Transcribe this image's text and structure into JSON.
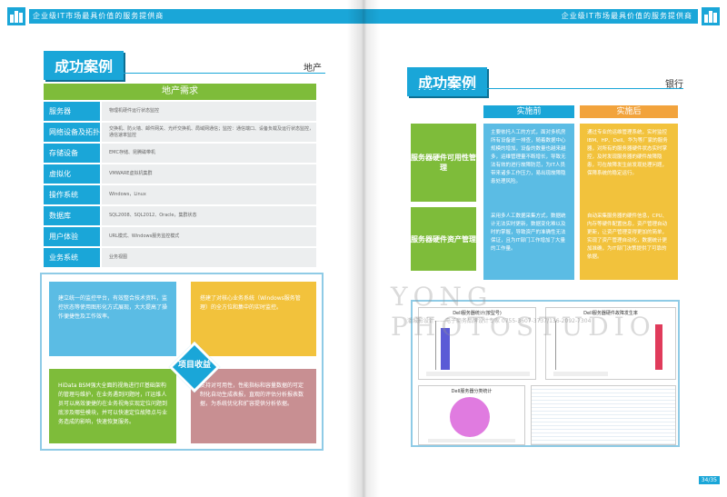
{
  "header": {
    "tagline": "企业级IT市场最具价值的服务提供商"
  },
  "left": {
    "title": "成功案例",
    "industry": "地产",
    "table": {
      "heading": "地产需求",
      "rows": [
        {
          "k": "服务器",
          "v": "物理机硬件运行状态监控"
        },
        {
          "k": "网络设备及拓扑",
          "v": "交换机、防火墙、邮件网关、光纤交换机、局域网通信；监控：通信端口、设备负载及运行状态监控，通信速率监控"
        },
        {
          "k": "存储设备",
          "v": "EMC存储、昆腾磁带机"
        },
        {
          "k": "虚拟化",
          "v": "VMWARE虚拟机集群"
        },
        {
          "k": "操作系统",
          "v": "Windows，Linux"
        },
        {
          "k": "数据库",
          "v": "SQL2008、SQL2012、Oracle，集群状态"
        },
        {
          "k": "用户体验",
          "v": "URL模式、Windows服务监控模式"
        },
        {
          "k": "业务系统",
          "v": "业务视图"
        }
      ]
    },
    "quad": {
      "center": "项目收益",
      "tl": "建立统一的监控平台，有效整合技术资料，监控状态等使用图形化方式展现，大大提高了操作便捷性及工作效率。",
      "tr": "搭建了对核心业务系统（Windows服务管理）的全方位和集中的实时监控。",
      "bl": "HiData BSM强大全面的视角进行IT基础架构的管理与维护，在业务遇到问题时，IT运维人员可以高效便捷的在业务视角实现定位问题到底涉及哪些模块，并可以快速定位故障点与业务造成的影响，快速恢复服务。",
      "br": "支持对可用性，性能指标和容量数据的可定制化自动生成表报，直观的评估分析报表数据，为系统优化和扩容提供分析依据。"
    }
  },
  "right": {
    "title": "成功案例",
    "industry": "银行",
    "before": "实施前",
    "after": "实施后",
    "rows": [
      {
        "label": "服务器硬件可用性管理",
        "before": "主要依托人工的方式，面对多机房所有设备逐一排查，随着数据中心规模的增加，设备的数量也越来越多，运维管理量不断增长，导致无法有效的进行故障防范，为IT人员带来诸多工作压力，易出现故障隐患处理风险。",
        "after": "通过专业的运维管理系统，实时监控IBM、HP、Dell、华为等厂家的服务器，对所有的服务器硬件状态实时掌控，及时发现服务器的硬件故障隐患，可在故障发生前发现处理问题，保障系统的稳定运行。"
      },
      {
        "label": "服务器硬件资产管理",
        "before": "采用多人工数据采集方式，数据统计无法实时更新，数据变化难以及时的掌握，导致资产的准确性无法保证，且为IT部门工作增加了大量的工作量。",
        "after": "自动采集服务器的硬件信息，CPU、内存等硬件配置信息，资产管理自动更新，让资产管理变得更加的简单，实现了资产管理自动化，数据统计更加准确，为IT部门决策提供了可靠的依据。"
      }
    ],
    "charts": {
      "bar_title": "Dell服务器统计(按型号)",
      "bar2_title": "Dell服务器硬件故障发生率",
      "pie_title": "Dell服务器分类统计"
    },
    "watermark": "YONG PHOTOSTUDIO",
    "watermark_sub": "潘城影设计——电子商务品牌设计专家 0755-3607-3737/136-2092-7304",
    "page_no": "34/35"
  }
}
